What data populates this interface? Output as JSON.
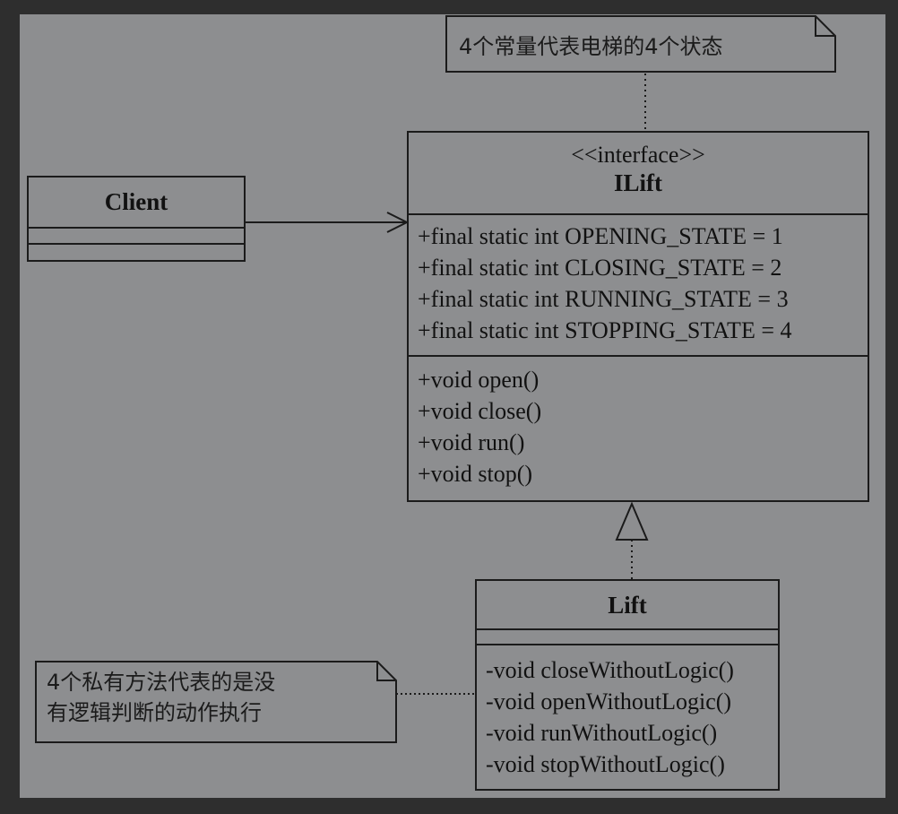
{
  "diagram": {
    "note_states": "4个常量代表电梯的4个状态",
    "note_private_line1": "4个私有方法代表的是没",
    "note_private_line2": "有逻辑判断的动作执行",
    "client": {
      "name": "Client"
    },
    "ilift": {
      "stereotype": "<<interface>>",
      "name": "ILift",
      "attributes": [
        "+final static int OPENING_STATE = 1",
        "+final static int CLOSING_STATE = 2",
        "+final static int RUNNING_STATE = 3",
        "+final static int STOPPING_STATE = 4"
      ],
      "methods": [
        "+void open()",
        "+void close()",
        "+void run()",
        "+void stop()"
      ]
    },
    "lift": {
      "name": "Lift",
      "methods": [
        "-void closeWithoutLogic()",
        "-void openWithoutLogic()",
        "-void runWithoutLogic()",
        "-void stopWithoutLogic()"
      ]
    }
  }
}
